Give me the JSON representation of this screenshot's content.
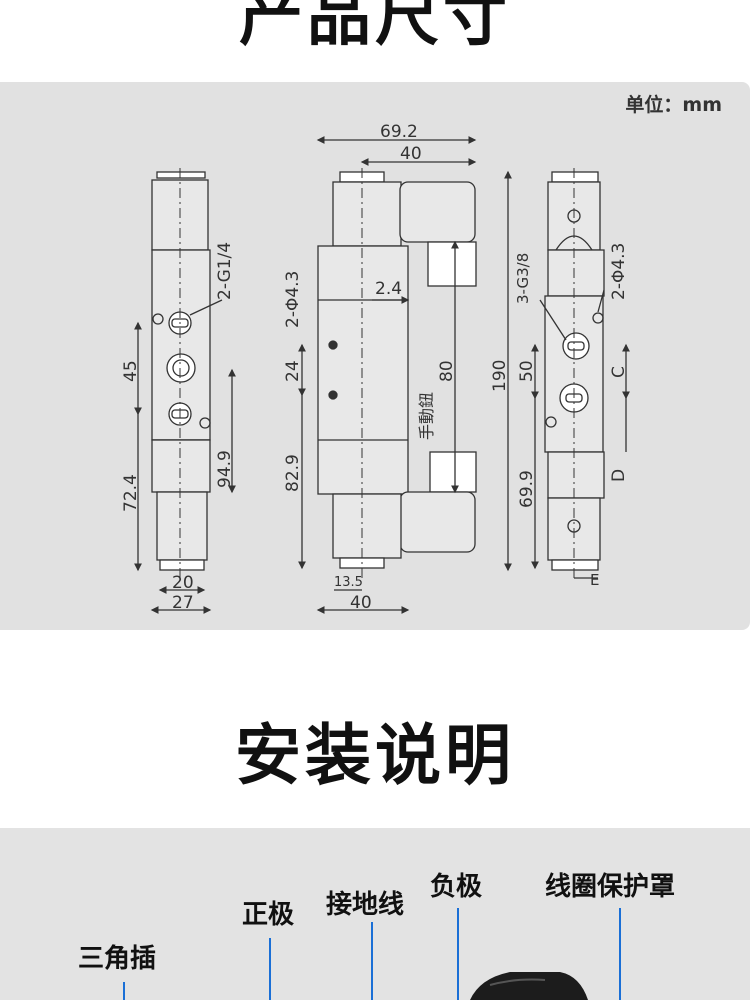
{
  "header": {
    "title": "产品尺寸"
  },
  "drawing": {
    "unit_label": "单位：mm",
    "view_left": {
      "thread_label": "2-G1/4",
      "dims": [
        "45",
        "72.4",
        "94.9",
        "20",
        "27"
      ]
    },
    "view_middle": {
      "hole_label": "2-Φ4.3",
      "manual_label": "手動鈕",
      "dims": [
        "69.2",
        "40",
        "2.4",
        "24",
        "80",
        "82.9",
        "13.5",
        "40"
      ]
    },
    "view_right": {
      "thread_label": "3-G3/8",
      "hole_label": "2-Φ4.3",
      "dims": [
        "190",
        "50",
        "69.9",
        "C",
        "D",
        "E"
      ]
    }
  },
  "install": {
    "title": "安装说明",
    "labels": {
      "triangle_plug": "三角插",
      "positive": "正极",
      "ground": "接地线",
      "negative": "负极",
      "coil_cover": "线圈保护罩"
    },
    "colors": {
      "pointer": "#1a6fd6"
    }
  }
}
